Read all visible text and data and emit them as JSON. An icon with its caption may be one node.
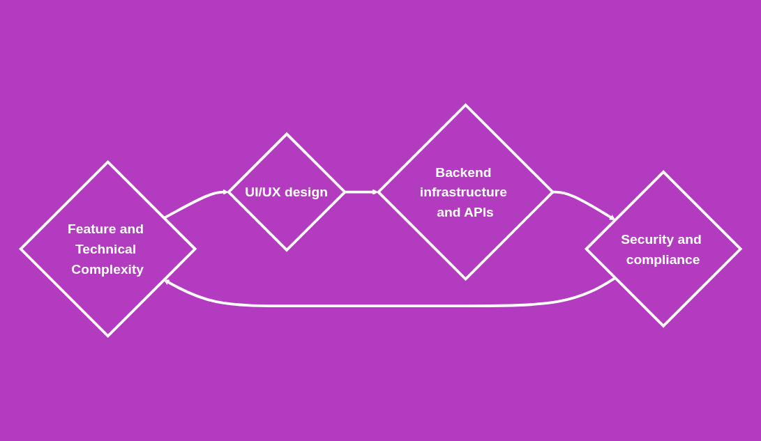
{
  "diagram": {
    "nodes": [
      {
        "text": [
          "Feature and Technical Complexity"
        ]
      },
      {
        "text": [
          "UI/UX design"
        ]
      },
      {
        "text": [
          "Backend infrastructure and APIs"
        ]
      },
      {
        "text": [
          "Security and compliance"
        ]
      }
    ],
    "edges": [
      {
        "from": 0,
        "to": 1,
        "arrow": "to"
      },
      {
        "from": 1,
        "to": 2,
        "arrow": "to"
      },
      {
        "from": 2,
        "to": 3,
        "arrow": "to"
      },
      {
        "from": 3,
        "to": 0,
        "arrow": "to"
      }
    ]
  }
}
